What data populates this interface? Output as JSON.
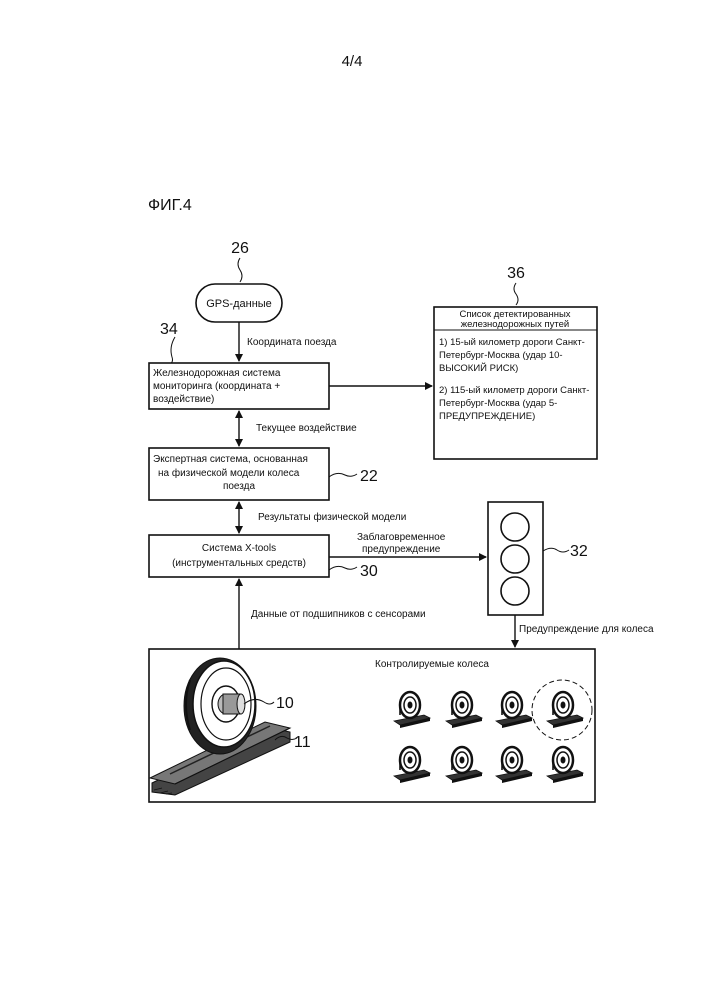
{
  "page_number": "4/4",
  "figure_label": "ФИГ.4",
  "gps": {
    "ref": "26",
    "label": "GPS-данные"
  },
  "arrow_train_coord": "Координата поезда",
  "monitoring": {
    "ref": "34",
    "line1": "Железнодорожная система",
    "line2": "мониторинга (координата +",
    "line3": "воздействие)"
  },
  "arrow_current_impact": "Текущее воздействие",
  "expert": {
    "ref": "22",
    "line1": "Экспертная система, основанная",
    "line2": "на физической модели колеса",
    "line3": "поезда"
  },
  "arrow_model_results": "Результаты физической модели",
  "xtools": {
    "ref": "30",
    "line1": "Система X-tools",
    "line2": "(инструментальных средств)"
  },
  "arrow_early_warning": {
    "line1": "Заблаговременное",
    "line2": "предупреждение"
  },
  "traffic_light": {
    "ref": "32"
  },
  "arrow_bearing_data": "Данные от подшипников с сенсорами",
  "arrow_wheel_warning": "Предупреждение для колеса",
  "tracks_list": {
    "ref": "36",
    "title1": "Список детектированных",
    "title2": "железнодорожных путей",
    "item1_l1": "1) 15-ый километр дороги Санкт-",
    "item1_l2": "Петербург-Москва (удар 10-",
    "item1_l3": "ВЫСОКИЙ РИСК)",
    "item2_l1": "2) 115-ый километр дороги Санкт-",
    "item2_l2": "Петербург-Москва (удар 5-",
    "item2_l3": "ПРЕДУПРЕЖДЕНИЕ)"
  },
  "monitored": {
    "label": "Контролируемые колеса",
    "wheel_ref": "10",
    "rail_ref": "11"
  }
}
